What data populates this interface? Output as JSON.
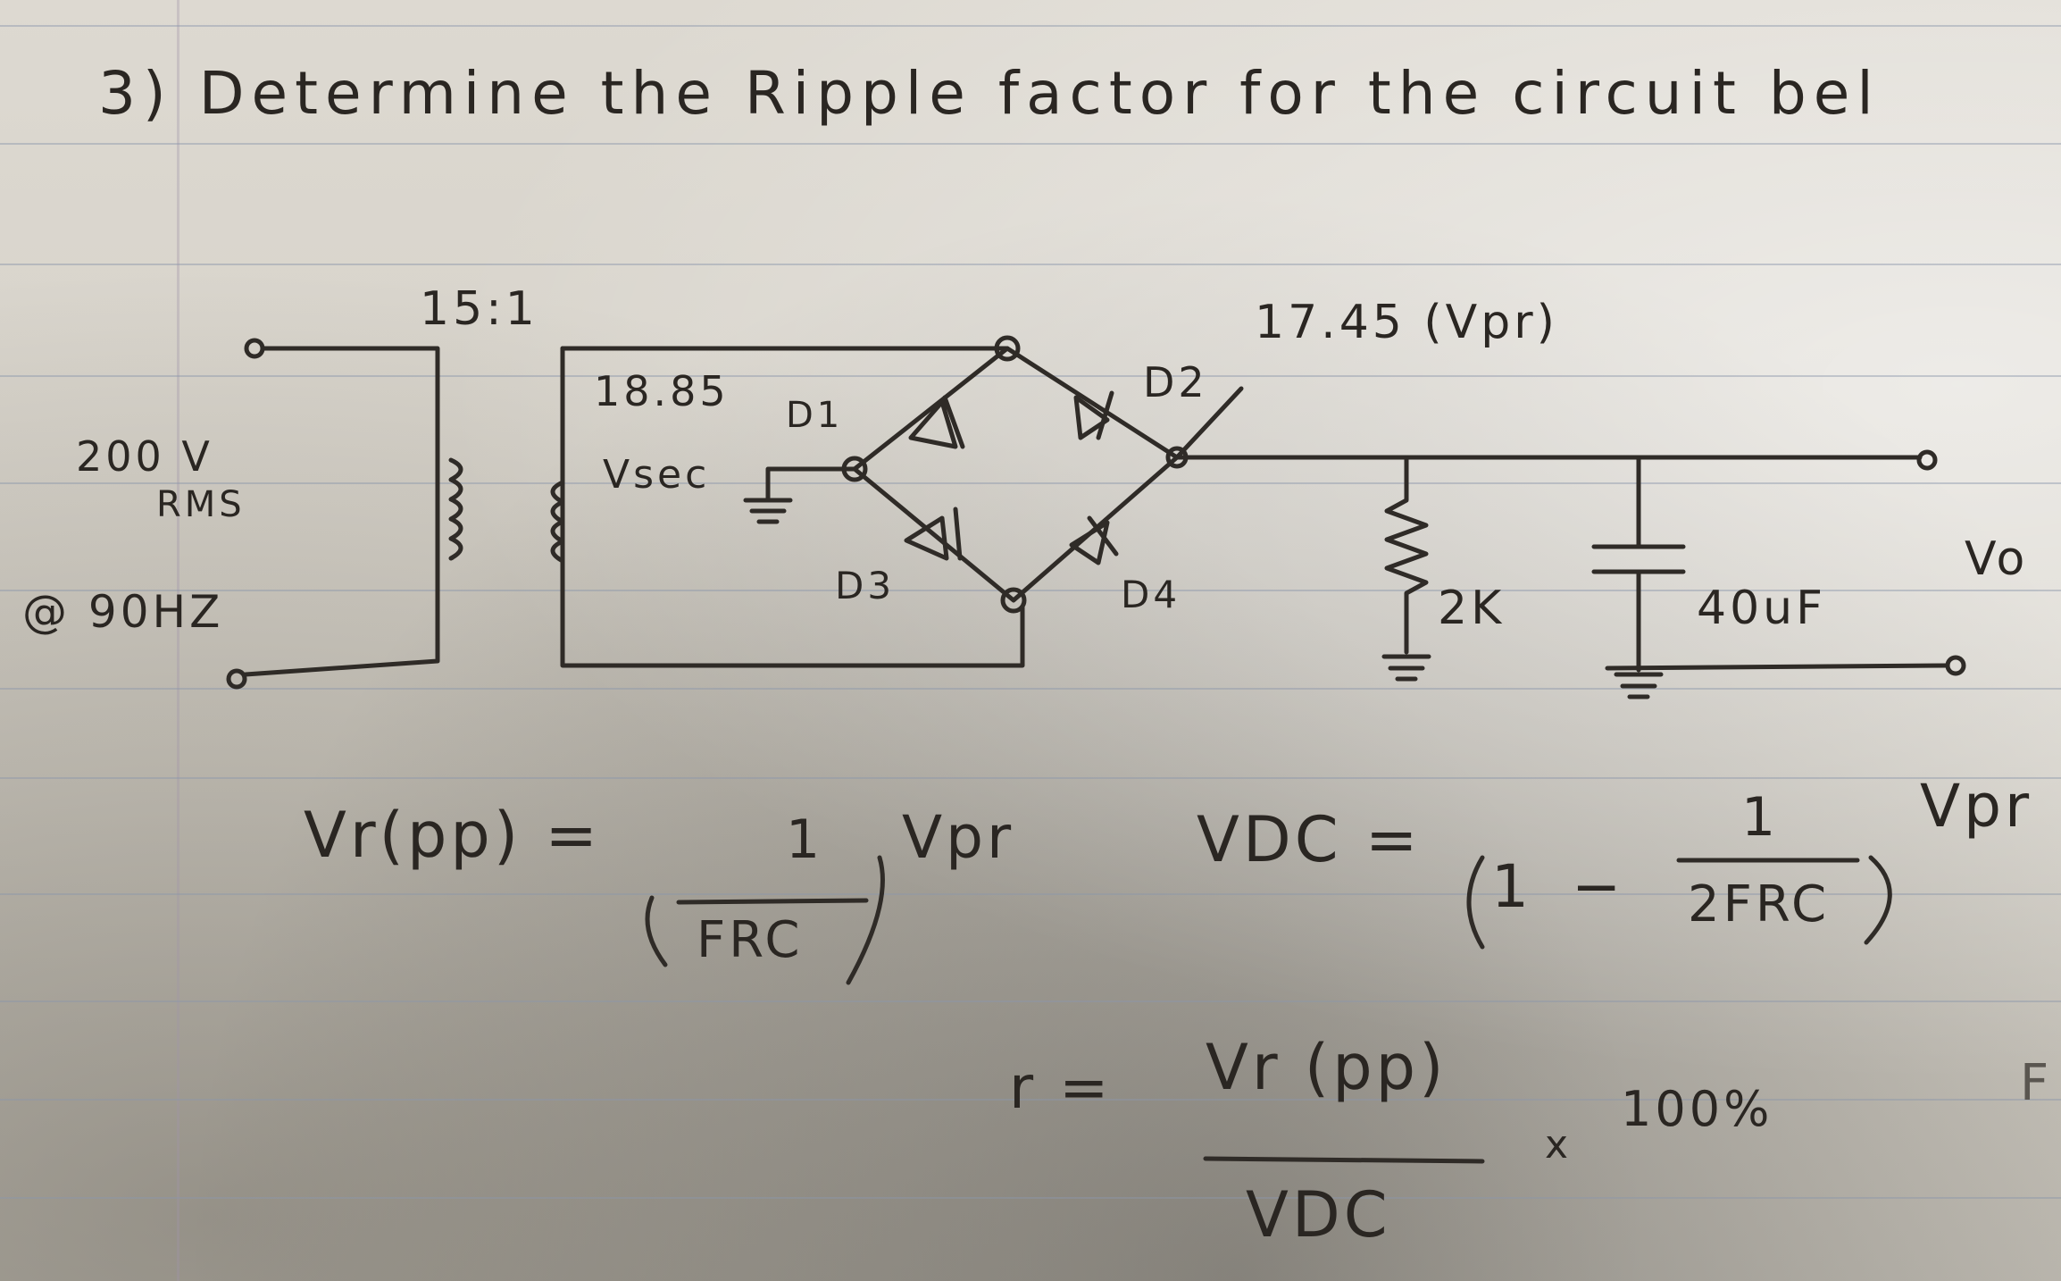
{
  "problem": {
    "title": "3) Determine the Ripple factor for the circuit bel"
  },
  "circuit": {
    "ratio": "15:1",
    "source_voltage": "200 V",
    "source_rms": "RMS",
    "source_freq": "@ 90HZ",
    "vsec_value": "18.85",
    "vsec_label": "Vsec",
    "vpr_label": "17.45 (Vpr)",
    "diode_d1": "D1",
    "diode_d2": "D2",
    "diode_d3": "D3",
    "diode_d4": "D4",
    "resistor": "2K",
    "capacitor": "40uF",
    "output": "Vo"
  },
  "formulas": {
    "vrpp_lhs": "Vr(pp) =",
    "vrpp_num": "1",
    "vrpp_den": "FRC",
    "vrpp_vpr": "Vpr",
    "vdc_lhs": "VDC =",
    "vdc_one": "1",
    "vdc_minus": "−",
    "vdc_num": "1",
    "vdc_den": "2FRC",
    "vdc_vpr": "Vpr",
    "r_lhs": "r =",
    "r_num": "Vr (pp)",
    "r_den": "VDC",
    "r_times": "x",
    "r_percent": "100%"
  },
  "margin_mark": "F"
}
